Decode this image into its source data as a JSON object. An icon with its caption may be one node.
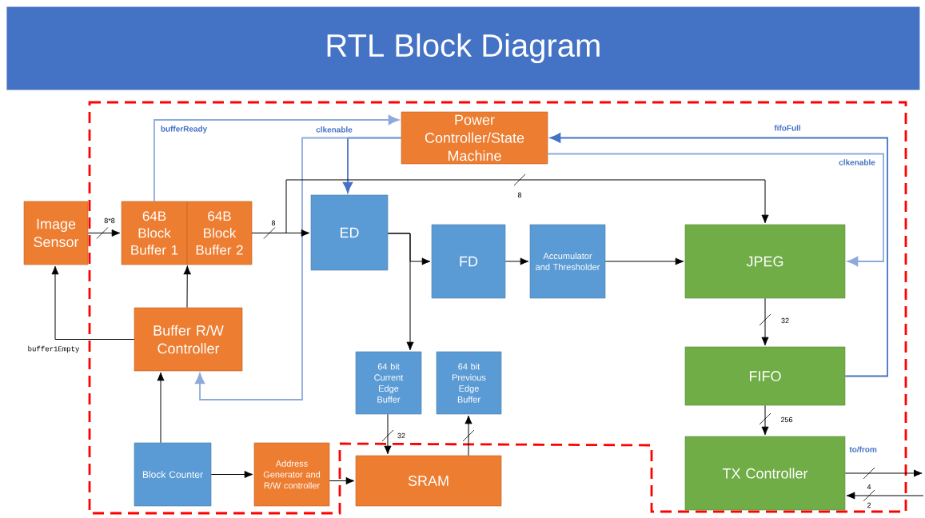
{
  "diagram": {
    "title": "RTL Block Diagram",
    "nodes": [
      {
        "text": [
          "Image Sensor"
        ]
      },
      {
        "text": [
          "64B Block Buffer 1"
        ]
      },
      {
        "text": [
          "64B Block Buffer 2"
        ]
      },
      {
        "text": [
          "Power Controller/State Machine"
        ]
      },
      {
        "text": [
          "ED"
        ]
      },
      {
        "text": [
          "FD"
        ]
      },
      {
        "text": [
          "Accumulator and Thresholder"
        ]
      },
      {
        "text": [
          "JPEG"
        ]
      },
      {
        "text": [
          "Buffer R/W Controller"
        ]
      },
      {
        "text": [
          "64 bit Current Edge Buffer"
        ]
      },
      {
        "text": [
          "64 bit Previous Edge Buffer"
        ]
      },
      {
        "text": [
          "FIFO"
        ]
      },
      {
        "text": [
          "Block Counter"
        ]
      },
      {
        "text": [
          "Address Generator and R/W controller"
        ]
      },
      {
        "text": [
          "SRAM"
        ]
      },
      {
        "text": [
          "TX Controller"
        ]
      }
    ],
    "edges": [
      {
        "from": 0,
        "to": 1,
        "arrow": "to",
        "label": "8*8"
      },
      {
        "from": 1,
        "to": 3,
        "arrow": "to",
        "label": "bufferReady",
        "color": "#8eaadb"
      },
      {
        "from": 3,
        "to": 4,
        "arrow": "to",
        "label": "clkenable",
        "color": "#4472c4"
      },
      {
        "from": 3,
        "to": 8,
        "arrow": "to",
        "color": "#8eaadb"
      },
      {
        "from": 2,
        "to": 4,
        "arrow": "to",
        "label": "8"
      },
      {
        "from": 2,
        "to": 7,
        "arrow": "to",
        "label": "8"
      },
      {
        "from": 4,
        "to": 5,
        "arrow": "to"
      },
      {
        "from": 4,
        "to": 9,
        "arrow": "to"
      },
      {
        "from": 5,
        "to": 6,
        "arrow": "to"
      },
      {
        "from": 6,
        "to": 7,
        "arrow": "to"
      },
      {
        "from": 3,
        "to": 7,
        "arrow": "to",
        "label": "clkenable",
        "color": "#8eaadb"
      },
      {
        "from": 11,
        "to": 3,
        "arrow": "to",
        "label": "fifoFull",
        "color": "#4472c4"
      },
      {
        "from": 7,
        "to": 11,
        "arrow": "to",
        "label": "32"
      },
      {
        "from": 11,
        "to": 15,
        "arrow": "to",
        "label": "256"
      },
      {
        "from": 8,
        "to": 0,
        "arrow": "to",
        "label": "buffer1Empty"
      },
      {
        "from": 8,
        "to": 1,
        "arrow": "to"
      },
      {
        "from": 12,
        "to": 8,
        "arrow": "to"
      },
      {
        "from": 12,
        "to": 13,
        "arrow": "to"
      },
      {
        "from": 13,
        "to": 14,
        "arrow": "to"
      },
      {
        "from": 9,
        "to": 14,
        "arrow": "to",
        "label": "32"
      },
      {
        "from": 14,
        "to": 10,
        "arrow": "to"
      },
      {
        "from": 15,
        "to": null,
        "arrow": "to",
        "label": "4"
      },
      {
        "from": null,
        "to": 15,
        "arrow": "to",
        "label": "2"
      }
    ],
    "labels": [
      "to/from"
    ]
  }
}
